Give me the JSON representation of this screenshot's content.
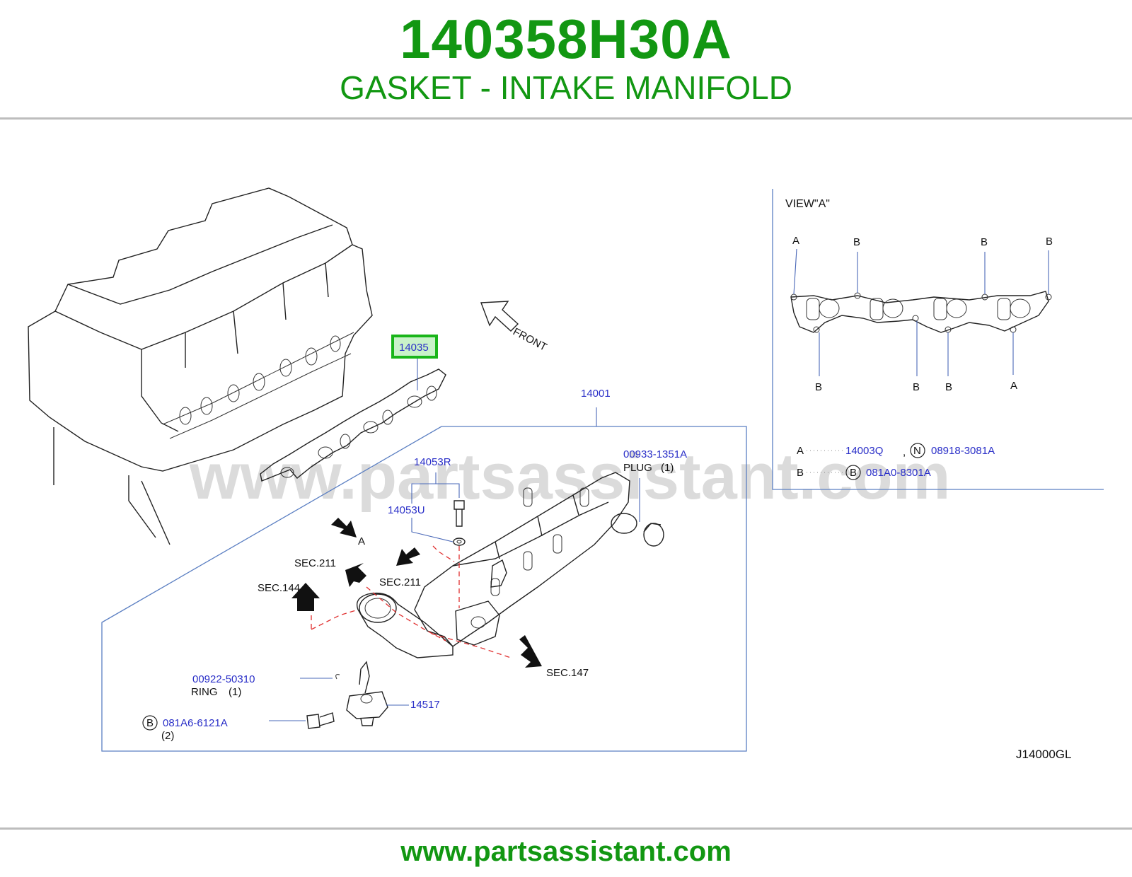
{
  "header": {
    "part_number": "140358H30A",
    "part_name": "GASKET - INTAKE MANIFOLD"
  },
  "colors": {
    "brand_green": "#129712",
    "callout_blue": "#2a2fc8",
    "frame_blue": "#5b7fc2",
    "highlight_border": "#19b519",
    "highlight_fill": "#c9f2c9",
    "section_dash_red": "#e03030"
  },
  "diagram": {
    "watermark": "www.partsassistant.com",
    "callouts": {
      "highlighted": "14035",
      "manifold": "14001",
      "plug_code": "00933-1351A",
      "plug_label": "PLUG",
      "plug_qty": "(1)",
      "bolt_upper": "14053R",
      "washer": "14053U",
      "ring_code": "00922-50310",
      "ring_label": "RING",
      "ring_qty": "(1)",
      "actuator": "14517",
      "bolt_b_marker": "B",
      "bolt_b_code": "081A6-6121A",
      "bolt_b_qty": "(2)",
      "arrow_a": "A",
      "sec211_left": "SEC.211",
      "sec211_right": "SEC.211",
      "sec144": "SEC.144",
      "sec147": "SEC.147",
      "front": "FRONT",
      "drawing_code": "J14000GL"
    },
    "view_a": {
      "title": "VIEW\"A\"",
      "top_labels": [
        "A",
        "B",
        "B",
        "B"
      ],
      "bottom_labels": [
        "B",
        "B",
        "B",
        "A"
      ],
      "legend": [
        {
          "letter": "A",
          "code": "14003Q",
          "separator": ",",
          "marker": "N",
          "code2": "08918-3081A"
        },
        {
          "letter": "B",
          "marker": "B",
          "code": "081A0-8301A"
        }
      ]
    }
  },
  "footer": {
    "url": "www.partsassistant.com"
  }
}
